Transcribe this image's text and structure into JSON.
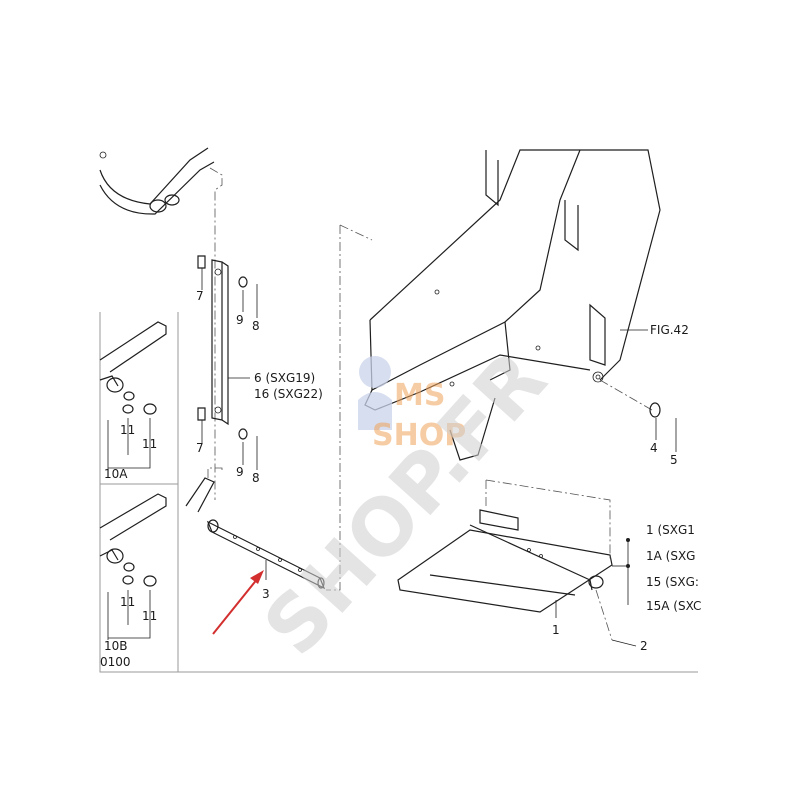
{
  "labels": {
    "p7a": "7",
    "p9a": "9",
    "p8a": "8",
    "p6": "6 (SXG19)",
    "p16": "16 (SXG22)",
    "p7b": "7",
    "p9b": "9",
    "p8b": "8",
    "p3": "3",
    "p11a": "11",
    "p11b": "11",
    "p10a": "10A",
    "p11c": "11",
    "p11d": "11",
    "p10b": "10B",
    "p0100": "0100",
    "fig": "FIG.42",
    "p4": "4",
    "p5": "5",
    "p1": "1 (SXG1",
    "p1a": "1A (SXG",
    "p15": "15 (SXG:",
    "p15a": "15A (SXC",
    "p1bottom": "1",
    "p2": "2"
  },
  "watermark": {
    "logo_ms": "MS",
    "logo_shop": "SHOP",
    "site": "SHOP.FR"
  },
  "colors": {
    "arrow": "#d32f2f",
    "logo_orange": "#f0a35a",
    "logo_blue": "#3f5fa8",
    "watermark_gray": "#cfcfcf"
  }
}
